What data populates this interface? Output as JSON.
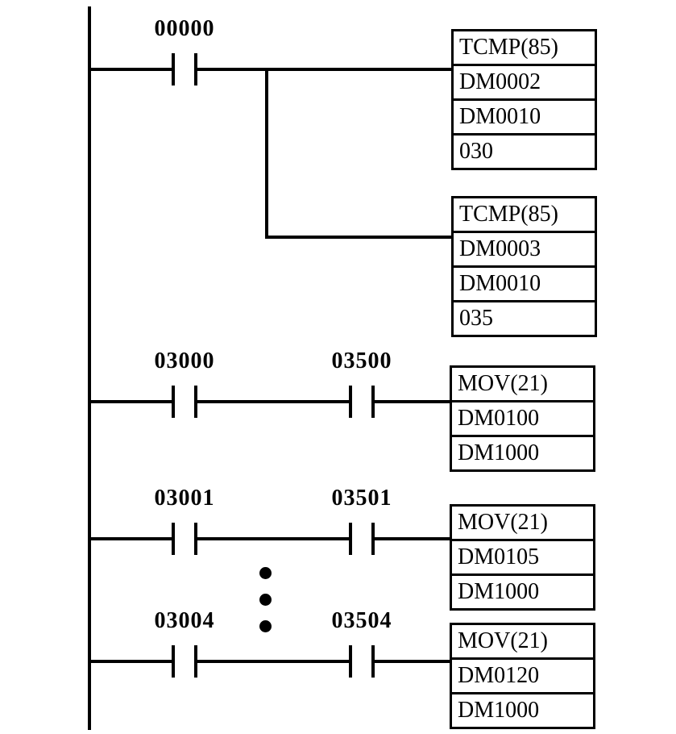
{
  "diagram": {
    "rungs": [
      {
        "contacts": [
          "00000"
        ],
        "blocks": [
          {
            "rows": [
              "TCMP(85)",
              "DM0002",
              "DM0010",
              "030"
            ]
          },
          {
            "rows": [
              "TCMP(85)",
              "DM0003",
              "DM0010",
              "035"
            ]
          }
        ]
      },
      {
        "contacts": [
          "03000",
          "03500"
        ],
        "blocks": [
          {
            "rows": [
              "MOV(21)",
              "DM0100",
              "DM1000"
            ]
          }
        ]
      },
      {
        "contacts": [
          "03001",
          "03501"
        ],
        "blocks": [
          {
            "rows": [
              "MOV(21)",
              "DM0105",
              "DM1000"
            ]
          }
        ]
      },
      {
        "contacts": [
          "03004",
          "03504"
        ],
        "blocks": [
          {
            "rows": [
              "MOV(21)",
              "DM0120",
              "DM1000"
            ]
          }
        ]
      }
    ]
  }
}
